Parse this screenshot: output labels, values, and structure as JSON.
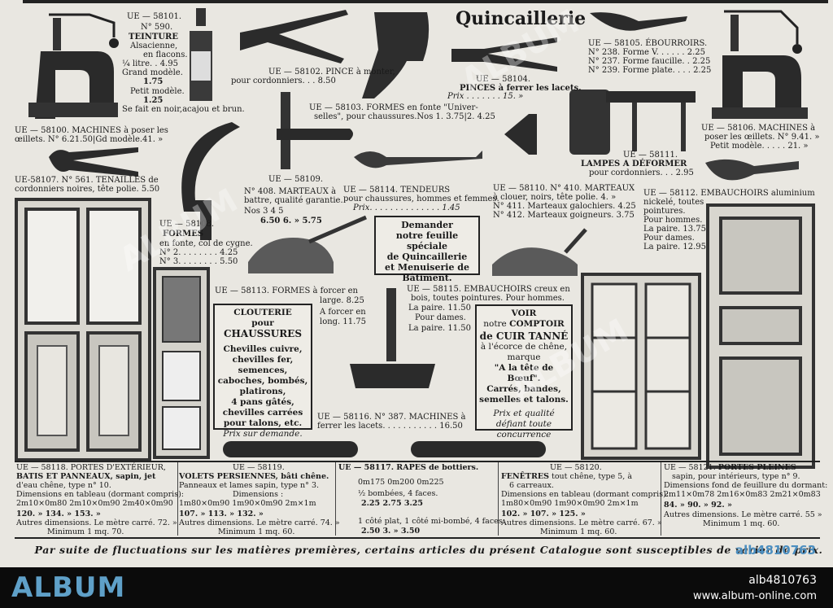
{
  "title": "Quincaillerie",
  "items": {
    "teinture": {
      "ref": "UE — 58101.",
      "number": "N° 590.",
      "name": "TEINTURE",
      "desc": "Alsacienne,",
      "desc2": "en flacons.",
      "litre": "¼ litre. . 4.95",
      "grand": "Grand modèle.",
      "grand_price": "1.75",
      "petit": "Petit modèle.",
      "petit_price": "1.25",
      "note": "Se fait en noir,acajou et brun."
    },
    "pince_monter": {
      "line1": "UE — 58102. PINCE à monter,",
      "line2": "pour cordonniers. . . 8.50"
    },
    "pinces_lacets": {
      "ref": "UE — 58104.",
      "name": "PINCES à ferrer les lacets.",
      "price": "Prix . . . . . . . 15. »"
    },
    "ebourroirs": {
      "ref": "UE — 58105. ÉBOURROIRS.",
      "l1": "N° 238. Forme V. . . . . . 2.25",
      "l2": "N° 237. Forme faucille. . 2.25",
      "l3": "N° 239. Forme plate. . . . 2.25"
    },
    "formes_universelles": {
      "l1": "UE — 58103. FORMES en fonte \"Univer-",
      "l2": "selles\", pour chaussures.Nos 1. 3.75|2. 4.25"
    },
    "machines_oeillets_2": {
      "l1": "UE — 58106. MACHINES à",
      "l2": "poser les œillets. N° 9.41. »",
      "l3": "Petit modèle. . . . . 21. »"
    },
    "machines_oeillets_1": {
      "l1": "UE — 58100. MACHINES à poser les",
      "l2": "œillets. N° 6.21.50|Gd modèle.41. »"
    },
    "lampes": {
      "ref": "UE — 58111.",
      "name": "LAMPES A DÉFORMER",
      "price": "pour cordonniers. . . 2.95"
    },
    "tenailles": {
      "l1": "UE-58107. N° 561. TENAILLES de",
      "l2": "cordonniers noires, tête polie. 5.50"
    },
    "marteaux_battre": {
      "ref": "UE — 58109.",
      "l1": "N° 408. MARTEAUX à",
      "l2": "battre, qualité garantie.",
      "sizes": "Nos    3        4        5",
      "prices": "6.50  6. »   5.75"
    },
    "tendeurs": {
      "l1": "UE — 58114. TENDEURS",
      "l2": "pour chaussures, hommes et femmes.",
      "price": "Prix. . . . . . . . . . . . . . 1.45"
    },
    "marteaux_clouer": {
      "l1": "UE — 58110. N° 410. MARTEAUX",
      "l2": "à clouer, noirs, tête polie. 4. »",
      "l3": "N° 411. Marteaux galochiers. 4.25",
      "l4": "N° 412. Marteaux goigneurs. 3.75"
    },
    "embauchoirs": {
      "l1": "UE — 58112. EMBAUCHOIRS aluminium",
      "l2": "nickelé, toutes",
      "l3": "pointures.",
      "l4": "Pour hommes.",
      "l5": "La paire. 13.75",
      "l6": "Pour dames.",
      "l7": "La paire. 12.95"
    },
    "formes_cygne": {
      "ref": "UE — 58108.",
      "name": "FORMES",
      "l1": "en fonte, col de cygne.",
      "l2": "N° 2. . . . . . . . 4.25",
      "l3": "N° 3. . . . . . . . 5.50"
    },
    "formes_forcer": {
      "l1": "UE — 58113. FORMES   à forcer en",
      "l2": "large.   8.25",
      "l3": "A forcer en",
      "l4": "long. 11.75"
    },
    "embauchoirs_creux": {
      "l1": "UE — 58115. EMBAUCHOIRS creux en",
      "l2": "bois, toutes pointures. Pour hommes.",
      "l3": "La paire. 11.50",
      "l4": "Pour dames.",
      "l5": "La paire. 11.50"
    },
    "machines_lacets": {
      "l1": "UE — 58116. N° 387. MACHINES à",
      "l2": "ferrer les lacets. . . . . . . . . . . 16.50"
    }
  },
  "boxes": {
    "demander": {
      "l1": "Demander",
      "l2": "notre feuille spéciale",
      "l3": "de Quincaillerie",
      "l4": "et Menuiserie de",
      "l5": "Bâtiment."
    },
    "clouterie": {
      "t1": "CLOUTERIE",
      "t2": "pour",
      "t3": "CHAUSSURES",
      "l1": "Chevilles cuivre,",
      "l2": "chevilles fer,",
      "l3": "semences,",
      "l4": "caboches, bombés,",
      "l5": "platirons,",
      "l6": "4 pans gâtés,",
      "l7": "chevilles carrées",
      "l8": "pour talons, etc.",
      "l9": "Prix sur demande."
    },
    "comptoir": {
      "l1": "VOIR",
      "l2a": "notre",
      "l2b": "COMPTOIR",
      "l3": "de CUIR TANNÉ",
      "l4": "à l'écorce de chêne,",
      "l5": "marque",
      "l6": "\"A la tête de Bœuf\".",
      "l7": "Carrés, bandes,",
      "l8": "semelles et talons.",
      "l9": "Prix et qualité",
      "l10": "défiant toute concurrence"
    }
  },
  "tables": {
    "doors": {
      "l1": "UE — 58118. PORTES D'EXTÉRIEUR,",
      "l2": "BATIS ET PANNEAUX, sapin, jet",
      "l3": "d'eau chêne, type n° 10.",
      "l4": "Dimensions en tableau (dormant compris):",
      "dims": "2m10×0m80   2m10×0m90   2m40×0m90",
      "prices": "120. »      134. »      153. »",
      "l5": "Autres dimensions. Le mètre carré. 72. »",
      "l6": "Minimum 1 mq. 70."
    },
    "shutters": {
      "ref": "UE — 58119.",
      "l1": "VOLETS PERSIENNES, bâti chêne.",
      "l2": "Panneaux et lames sapin, type n° 3.",
      "l3": "Dimensions :",
      "dims": "1m80×0m90   1m90×0m90   2m×1m",
      "prices": "107. »     113. »     132. »",
      "l4": "Autres dimensions. Le mètre carré. 74. »",
      "l5": "Minimum 1 mq. 60."
    },
    "rasps": {
      "title": "UE — 58117. RAPES de bottiers.",
      "sizes": "0m175       0m200       0m225",
      "l1": "½ bombées, 4 faces.",
      "prices1": "2.25       2.75       3.25",
      "l2": "1 côté plat, 1 côté mi-bombé, 4 faces.",
      "prices2": "2.50       3. »      3.50"
    },
    "windows": {
      "ref": "UE — 58120.",
      "name": "FENÊTRES",
      "desc": "tout chêne, type 5, à",
      "l2": "6 carreaux.",
      "l3": "Dimensions en tableau (dormant compris):",
      "dims": "1m80×0m90   1m90×0m90   2m×1m",
      "prices": "102. »     107. »     125. »",
      "l4": "Autres dimensions. Le mètre carré. 67. »",
      "l5": "Minimum 1 mq. 60."
    },
    "solid": {
      "ref": "UE — 58121.",
      "name": "PORTES PLEINES",
      "l2": "sapin, pour intérieurs, type n° 9.",
      "l3": "Dimensions fond de feuillure du dormant:",
      "dims": "2m11×0m78   2m16×0m83   2m21×0m83",
      "prices": "84. »      90. »      92. »",
      "l4": "Autres dimensions. Le mètre carré. 55 »",
      "l5": "Minimum 1 mq. 60."
    }
  },
  "footer": "Par suite de fluctuations sur les matières premières, certains articles du présent Catalogue sont susceptibles de varier de prix.",
  "watermark": {
    "text": "ALBUM",
    "logo": "ALBUM",
    "ref": "alb4810763",
    "site": "www.album-online.com"
  }
}
